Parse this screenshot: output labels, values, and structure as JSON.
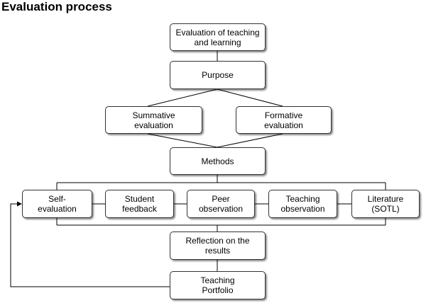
{
  "title": "Evaluation process",
  "nodes": {
    "evaluation": "Evaluation  of  teaching\nand learning",
    "purpose": "Purpose",
    "summative": "Summative\nevaluation",
    "formative": "Formative\nevaluation",
    "methods": "Methods",
    "self_evaluation": "Self-\nevaluation",
    "student_feedback": "Student\nfeedback",
    "peer_observation": "Peer\nobservation",
    "teaching_observation": "Teaching\nobservation",
    "literature": "Literature\n(SOTL)",
    "reflection": "Reflection  on  the\nresults",
    "portfolio": "Teaching\nPortfolio"
  }
}
